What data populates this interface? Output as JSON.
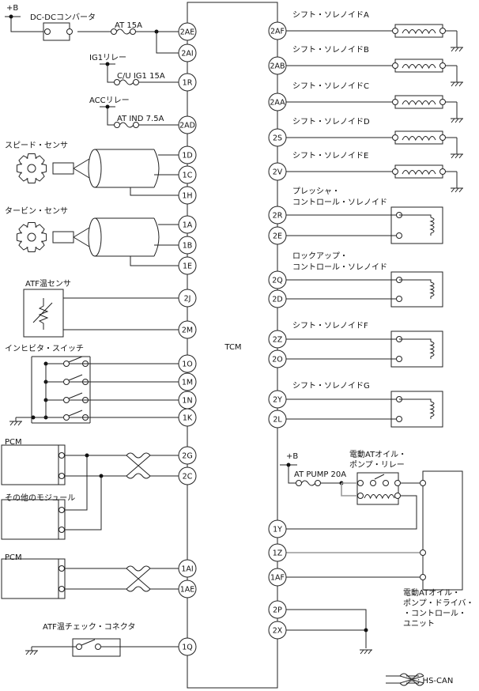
{
  "tcm_label": "TCM",
  "left_pins": [
    "2AE",
    "2AI",
    "1R",
    "2AD",
    "1D",
    "1C",
    "1H",
    "1A",
    "1B",
    "1E",
    "2J",
    "2M",
    "1O",
    "1M",
    "1N",
    "1K",
    "2G",
    "2C",
    "1AI",
    "1AE",
    "1Q"
  ],
  "right_pins": [
    "2AF",
    "2AB",
    "2AA",
    "2S",
    "2V",
    "2R",
    "2E",
    "2Q",
    "2D",
    "2Z",
    "2O",
    "2Y",
    "2L",
    "1Y",
    "1Z",
    "1AF",
    "2P",
    "2X"
  ],
  "labels": {
    "plus_b": "+B",
    "dcdc": "DC-DCコンバータ",
    "fuse_at15": "AT 15A",
    "ig1_relay": "IG1リレー",
    "fuse_cu_ig1": "C/U IG1 15A",
    "acc_relay": "ACCリレー",
    "fuse_at_ind": "AT IND 7.5A",
    "speed_sensor": "スピード・センサ",
    "turbine_sensor": "タービン・センサ",
    "atf_temp_sensor": "ATF温センサ",
    "inhibitor_switch": "インヒビタ・スイッチ",
    "pcm1": "PCM",
    "other_modules": "その他のモジュール",
    "pcm2": "PCM",
    "atf_temp_check": "ATF温チェック・コネクタ",
    "shift_a": "シフト・ソレノイドA",
    "shift_b": "シフト・ソレノイドB",
    "shift_c": "シフト・ソレノイドC",
    "shift_d": "シフト・ソレノイドD",
    "shift_e": "シフト・ソレノイドE",
    "pressure_1": "プレッシャ・",
    "pressure_2": "コントロール・ソレノイド",
    "lockup_1": "ロックアップ・",
    "lockup_2": "コントロール・ソレノイド",
    "shift_f": "シフト・ソレノイドF",
    "shift_g": "シフト・ソレノイドG",
    "plus_b2": "+B",
    "pump_relay_1": "電動ATオイル・",
    "pump_relay_2": "ポンプ・リレー",
    "fuse_pump": "AT PUMP 20A",
    "driver_1": "電動ATオイル・",
    "driver_2": "ポンプ・ドライバ・",
    "driver_3": "・コントロール・",
    "driver_4": "ユニット",
    "legend_hscan": ": HS-CAN"
  }
}
